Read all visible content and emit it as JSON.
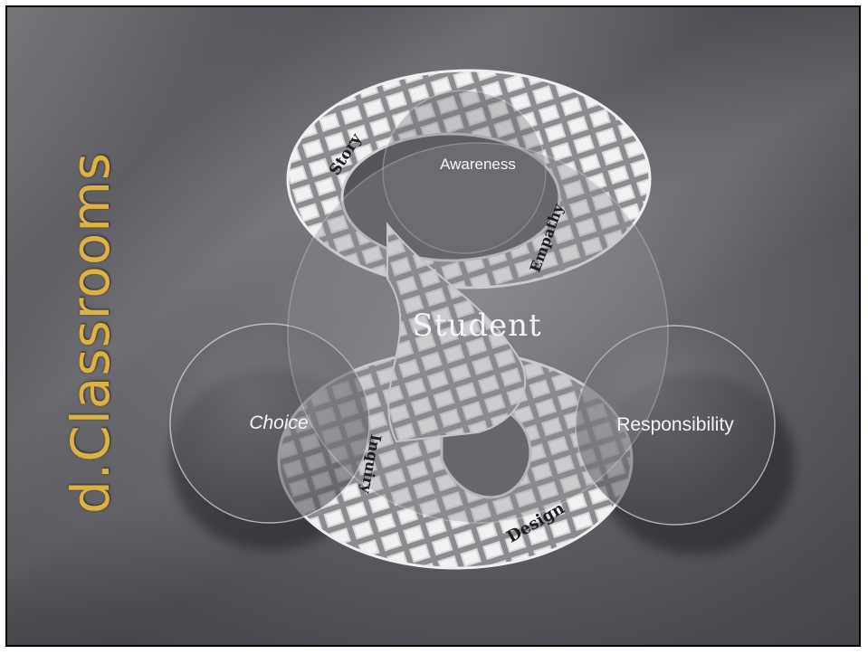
{
  "slide": {
    "title": "d.Classrooms"
  },
  "diagram": {
    "center": "Student",
    "circles": {
      "top": "Awareness",
      "left": "Choice",
      "right": "Responsibility"
    },
    "band_words": {
      "story": "Story",
      "empathy": "Empathy",
      "inquiry": "Inquiry",
      "design": "Design"
    }
  },
  "colors": {
    "title": "#d9b24a",
    "background": "#5e5d63",
    "band": "#c9c9cc"
  }
}
